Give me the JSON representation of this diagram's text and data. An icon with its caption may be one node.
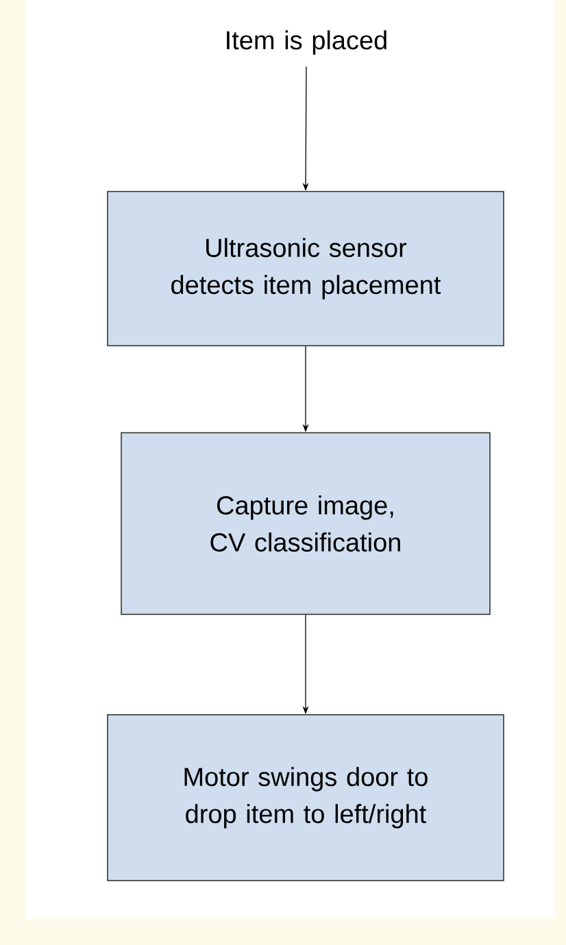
{
  "diagram": {
    "nodes": [
      {
        "text": [
          "Item is placed"
        ]
      },
      {
        "text": [
          "Ultrasonic sensor detects item placement"
        ]
      },
      {
        "text": [
          "Capture image, CV classification"
        ]
      },
      {
        "text": [
          "Motor swings door to drop item to left/right"
        ]
      }
    ],
    "edges": [
      {
        "from": 0,
        "to": 1,
        "arrow": "to"
      },
      {
        "from": 1,
        "to": 2,
        "arrow": "to"
      },
      {
        "from": 2,
        "to": 3,
        "arrow": "to"
      }
    ]
  }
}
